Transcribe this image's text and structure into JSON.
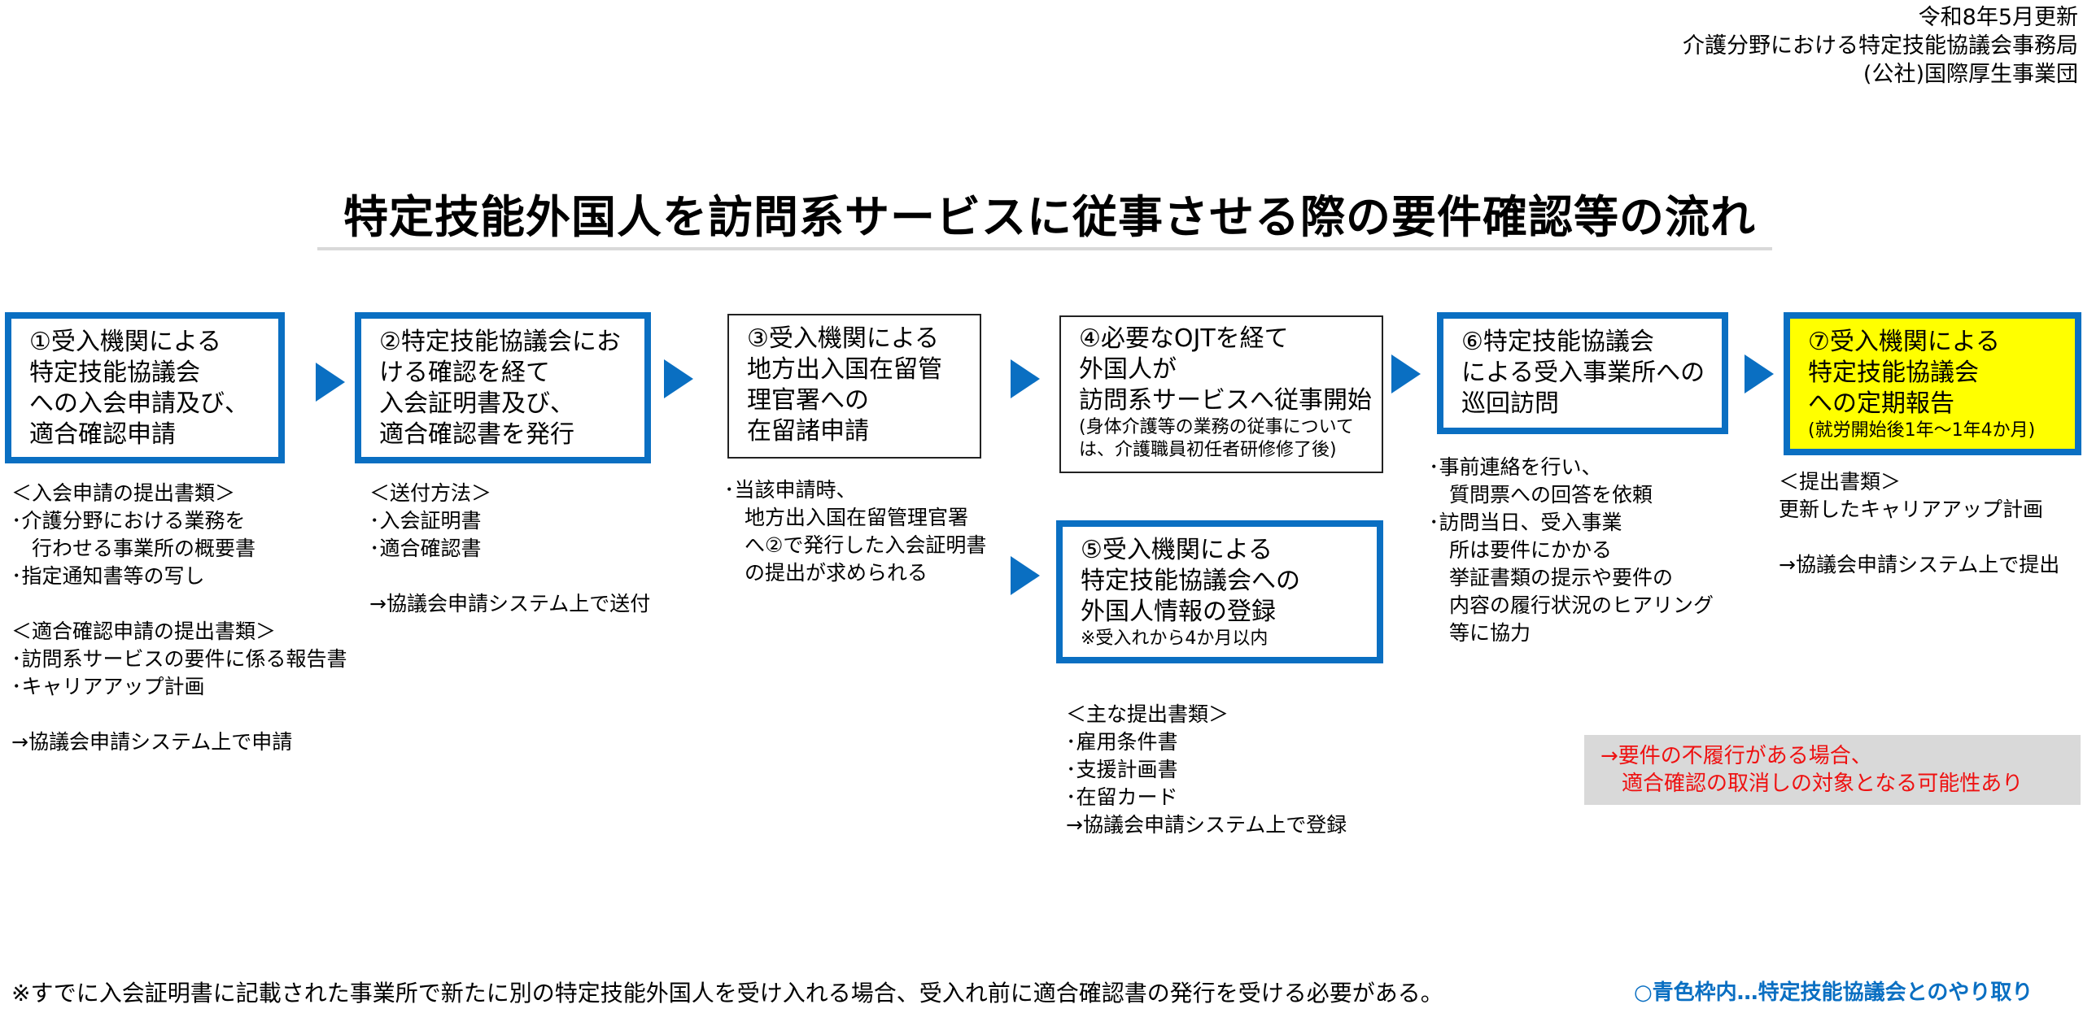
{
  "header": {
    "lines": [
      "令和8年5月更新",
      "介護分野における特定技能協議会事務局",
      "(公社)国際厚生事業団"
    ]
  },
  "title": "特定技能外国人を訪問系サービスに従事させる際の要件確認等の流れ",
  "steps": [
    {
      "lines": [
        "①受入機関による",
        "特定技能協議会",
        "への入会申請及び、",
        "適合確認申請"
      ]
    },
    {
      "lines": [
        "②特定技能協議会にお",
        "ける確認を経て",
        "入会証明書及び、",
        "適合確認書を発行"
      ]
    },
    {
      "lines": [
        "③受入機関による",
        "地方出入国在留管",
        "理官署への",
        "在留諸申請"
      ]
    },
    {
      "lines": [
        "④必要なOJTを経て",
        "外国人が",
        "訪問系サービスへ従事開始"
      ],
      "small": [
        "(身体介護等の業務の従事について",
        "は、介護職員初任者研修修了後)"
      ]
    },
    {
      "lines": [
        "⑤受入機関による",
        "特定技能協議会への",
        "外国人情報の登録"
      ],
      "small": [
        "※受入れから4か月以内"
      ]
    },
    {
      "lines": [
        "⑥特定技能協議会",
        "による受入事業所への",
        "巡回訪問"
      ]
    },
    {
      "lines": [
        "⑦受入機関による",
        "特定技能協議会",
        "への定期報告"
      ],
      "small": [
        "(就労開始後1年～1年4か月)"
      ]
    }
  ],
  "notes": [
    {
      "lines": [
        "＜入会申請の提出書類＞",
        "･介護分野における業務を",
        "　行わせる事業所の概要書",
        "･指定通知書等の写し",
        "",
        "＜適合確認申請の提出書類＞",
        "･訪問系サービスの要件に係る報告書",
        "･キャリアアップ計画",
        "",
        "→協議会申請システム上で申請"
      ]
    },
    {
      "lines": [
        "＜送付方法＞",
        "･入会証明書",
        "･適合確認書",
        "",
        "→協議会申請システム上で送付"
      ]
    },
    {
      "lines": [
        "･当該申請時、",
        "　地方出入国在留管理官署",
        "　へ②で発行した入会証明書",
        "　の提出が求められる"
      ]
    },
    {
      "lines": [
        "＜主な提出書類＞",
        "･雇用条件書",
        "･支援計画書",
        "･在留カード",
        "→協議会申請システム上で登録"
      ]
    },
    {
      "lines": [
        "･事前連絡を行い、",
        "　質問票への回答を依頼",
        "･訪問当日、受入事業",
        "　所は要件にかかる",
        "　挙証書類の提示や要件の",
        "　内容の履行状況のヒアリング",
        "　等に協力"
      ]
    },
    {
      "lines": [
        "＜提出書類＞",
        "更新したキャリアアップ計画",
        "",
        "→協議会申請システム上で提出"
      ]
    }
  ],
  "warning": [
    "→要件の不履行がある場合、",
    "　適合確認の取消しの対象となる可能性あり"
  ],
  "footer": "※すでに入会証明書に記載された事業所で新たに別の特定技能外国人を受け入れる場合、受入れ前に適合確認書の発行を受ける必要がある。",
  "legend": "○青色枠内…特定技能協議会とのやり取り",
  "colors": {
    "frame_blue": "#0a6fc2",
    "highlight_yellow": "#ffff00",
    "warning_red": "#ee1111",
    "warning_bg": "#d9d9d9"
  }
}
